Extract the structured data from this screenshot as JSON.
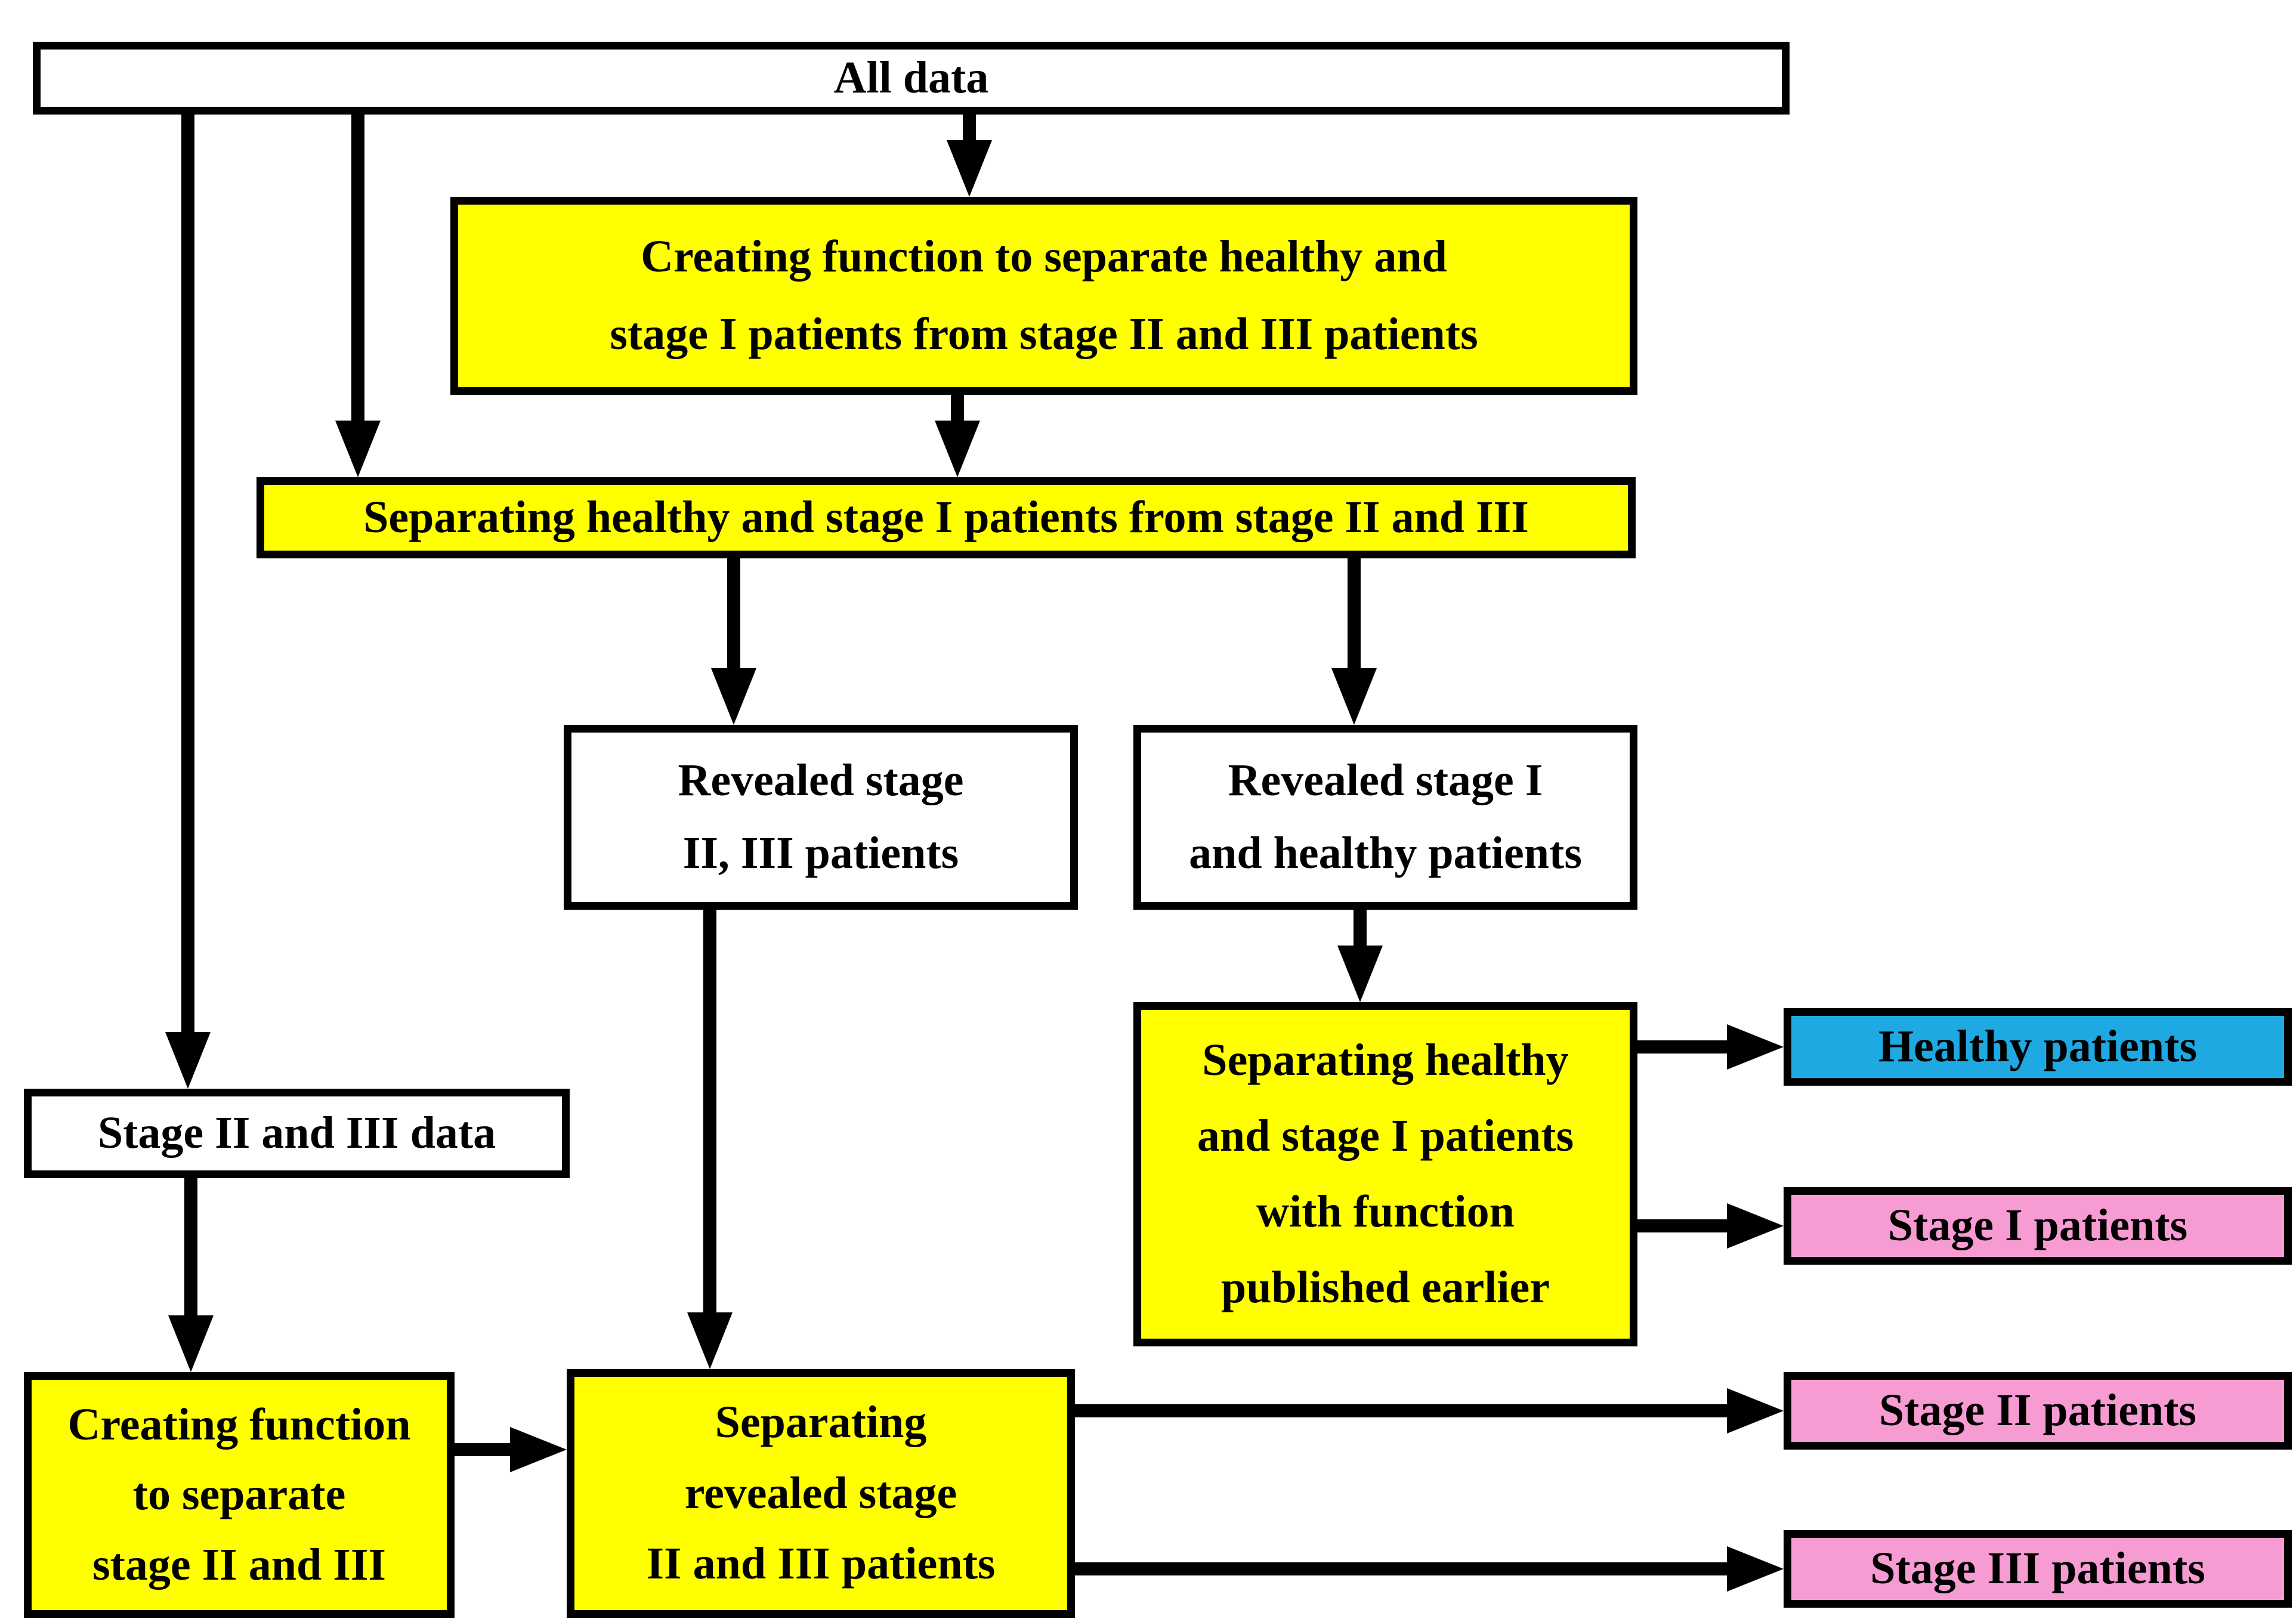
{
  "colors": {
    "yellow": "#FFFF00",
    "blue": "#1FA9E2",
    "pink": "#F79BD3",
    "line": "#000000",
    "box_background": "#FFFFFF",
    "page_background": "#FFFFFF"
  },
  "nodes": {
    "all_data": {
      "label": "All data"
    },
    "creating_function_healthy": {
      "lines": [
        "Creating function to separate healthy and",
        "stage I patients from stage II and III patients"
      ]
    },
    "separating_healthy": {
      "label": "Separating healthy and stage I patients from stage II and III"
    },
    "revealed_stage_2_3": {
      "lines": [
        "Revealed stage",
        "II, III patients"
      ]
    },
    "revealed_stage_1_healthy": {
      "lines": [
        "Revealed stage I",
        "and healthy patients"
      ]
    },
    "stage_2_3_data": {
      "label": "Stage II and III data"
    },
    "separating_with_published_function": {
      "lines": [
        "Separating healthy",
        "and stage I patients",
        "with function",
        "published earlier"
      ]
    },
    "healthy_patients": {
      "label": "Healthy patients"
    },
    "stage_1_patients": {
      "label": "Stage I patients"
    },
    "creating_function_stage_2_3": {
      "lines": [
        "Creating function",
        "to separate",
        "stage II and III"
      ]
    },
    "separating_revealed_2_3": {
      "lines": [
        "Separating",
        "revealed stage",
        "II and III patients"
      ]
    },
    "stage_2_patients": {
      "label": "Stage II patients"
    },
    "stage_3_patients": {
      "label": "Stage III patients"
    }
  },
  "edges": [
    {
      "from": "all_data",
      "to": "creating_function_healthy"
    },
    {
      "from": "all_data",
      "to": "separating_healthy"
    },
    {
      "from": "all_data",
      "to": "stage_2_3_data"
    },
    {
      "from": "creating_function_healthy",
      "to": "separating_healthy"
    },
    {
      "from": "separating_healthy",
      "to": "revealed_stage_2_3"
    },
    {
      "from": "separating_healthy",
      "to": "revealed_stage_1_healthy"
    },
    {
      "from": "revealed_stage_2_3",
      "to": "separating_revealed_2_3"
    },
    {
      "from": "revealed_stage_1_healthy",
      "to": "separating_with_published_function"
    },
    {
      "from": "separating_with_published_function",
      "to": "healthy_patients"
    },
    {
      "from": "separating_with_published_function",
      "to": "stage_1_patients"
    },
    {
      "from": "stage_2_3_data",
      "to": "creating_function_stage_2_3"
    },
    {
      "from": "creating_function_stage_2_3",
      "to": "separating_revealed_2_3"
    },
    {
      "from": "separating_revealed_2_3",
      "to": "stage_2_patients"
    },
    {
      "from": "separating_revealed_2_3",
      "to": "stage_3_patients"
    }
  ]
}
